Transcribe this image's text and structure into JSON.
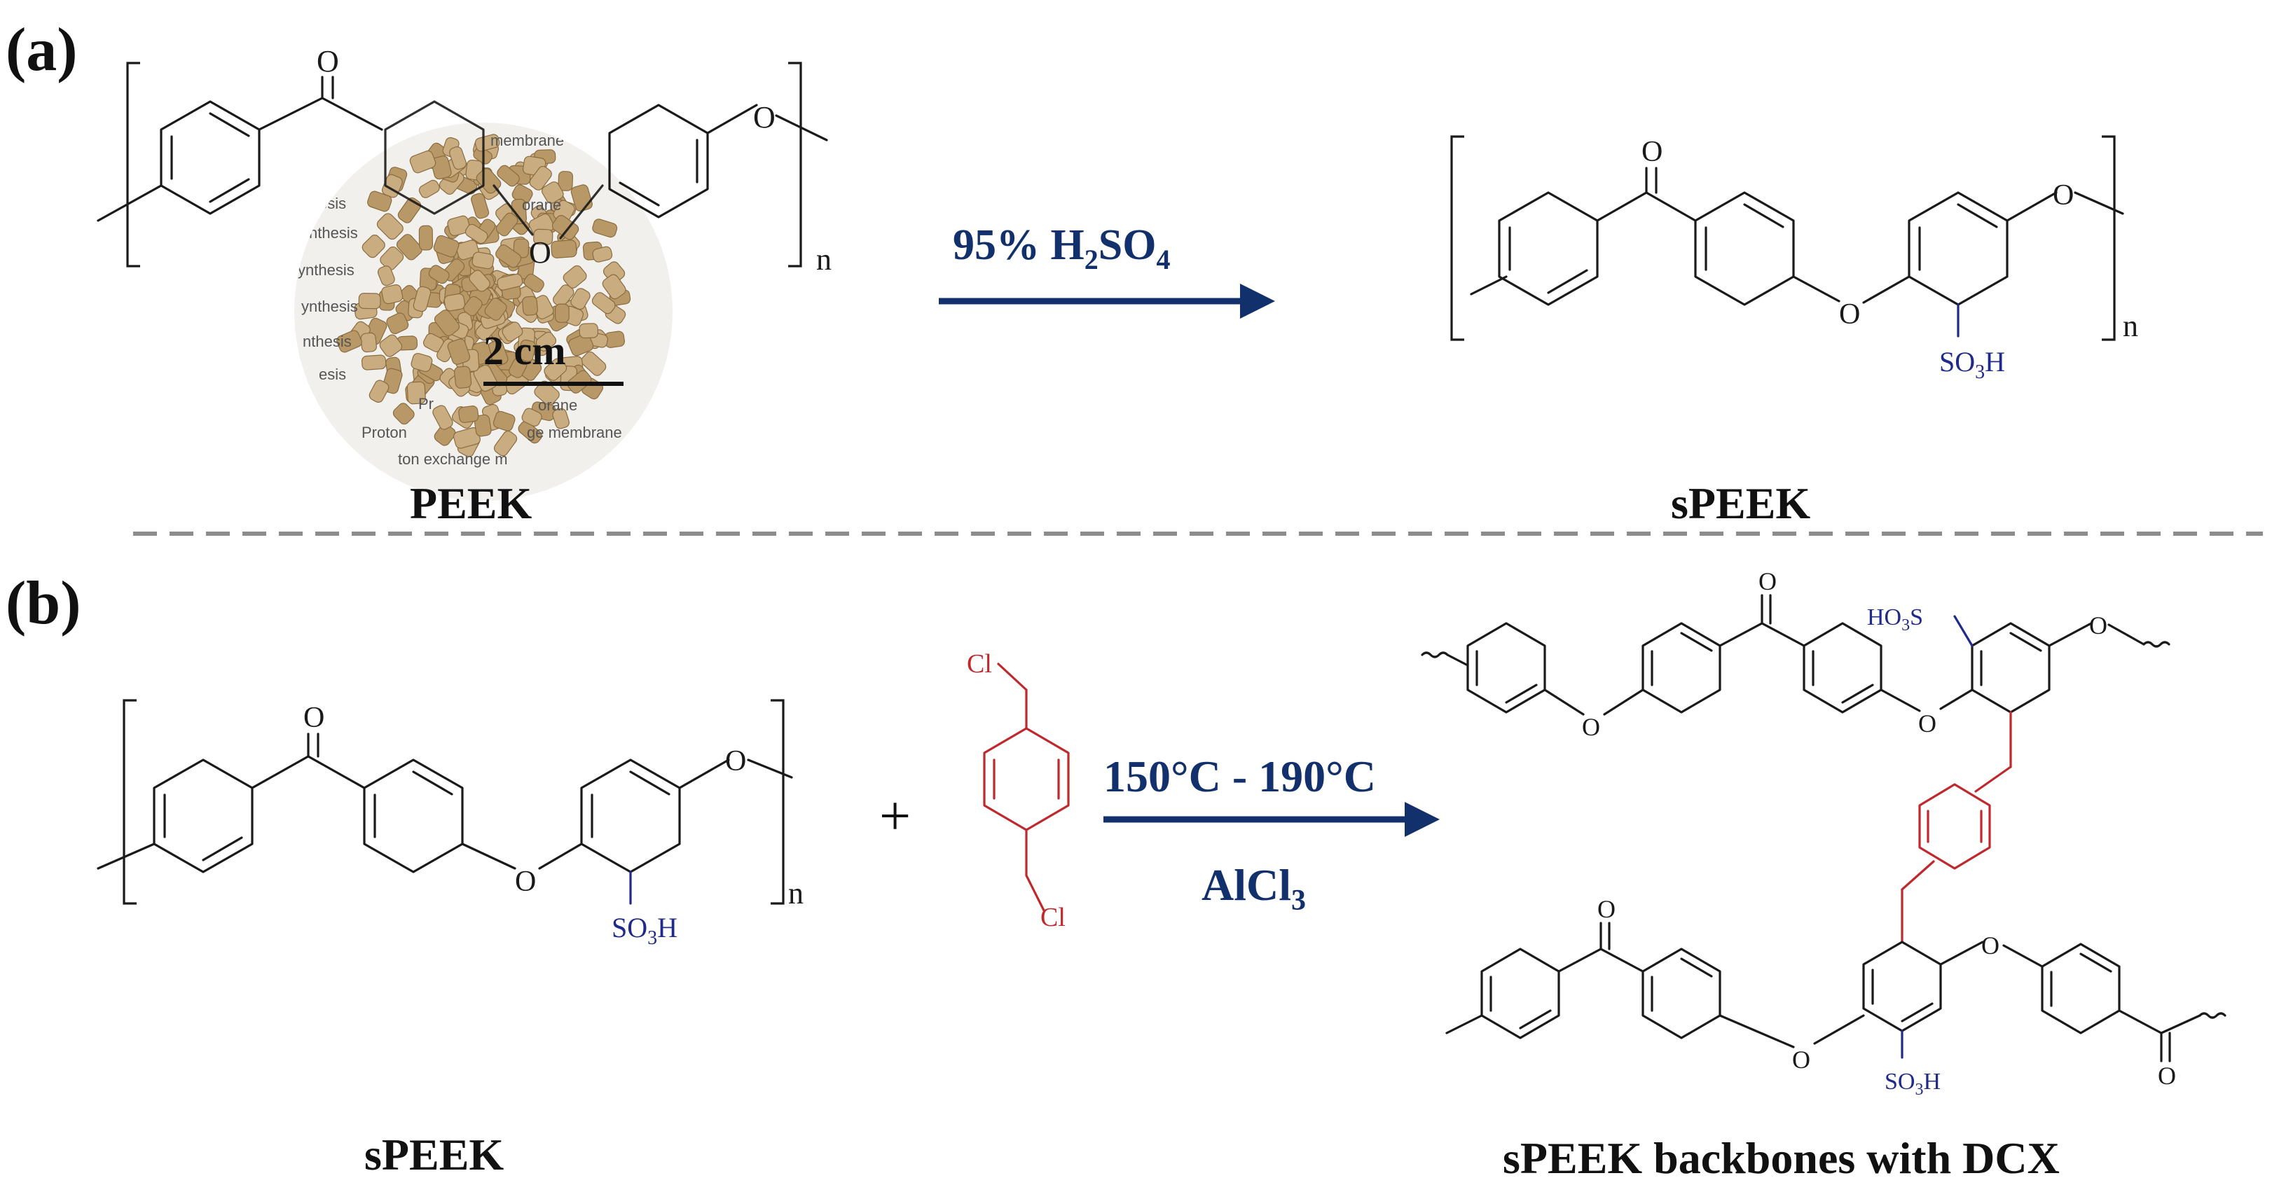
{
  "figure": {
    "panel_a_label": "(a)",
    "panel_b_label": "(b)",
    "colors": {
      "reagent_text": "#12306b",
      "arrow": "#12306b",
      "sulfonate": "#1f2a8a",
      "crosslinker": "#c0282d",
      "divider": "#8c8c8c",
      "pellet": "#c9ad80"
    }
  },
  "panel_a": {
    "reactant_name": "PEEK",
    "product_name": "sPEEK",
    "reagent": {
      "main": "95% H",
      "sub": "2",
      "rest": "SO",
      "sub2": "4"
    },
    "photo": {
      "scale_text": "2 cm",
      "bg_words": [
        "membrane",
        "esis",
        "orane",
        "ynthesis",
        "ynthesis",
        "ynthesis",
        "nthesis",
        "esis",
        "Pr",
        "orane",
        "Proton",
        "ge membrane",
        "ton exchange m"
      ]
    },
    "atoms": {
      "carbonyl_o": "O",
      "ether_o": "O",
      "end_o": "O",
      "repeat_n": "n"
    },
    "product_atoms": {
      "carbonyl_o": "O",
      "ether_o": "O",
      "end_o": "O",
      "repeat_n": "n",
      "sulfonic": "SO",
      "sulfonic_sub": "3",
      "sulfonic_end": "H"
    }
  },
  "panel_b": {
    "reactant_name": "sPEEK",
    "plus": "+",
    "product_name": "sPEEK backbones with DCX",
    "reagent_top": "150°C - 190°C",
    "reagent_bottom": {
      "main": "AlCl",
      "sub": "3"
    },
    "atoms": {
      "carbonyl_o": "O",
      "ether_o": "O",
      "end_o": "O",
      "repeat_n": "n",
      "sulfonic": "SO",
      "sulfonic_sub": "3",
      "sulfonic_end": "H"
    },
    "dcx_atoms": {
      "cl_top": "Cl",
      "cl_bottom": "Cl"
    },
    "crosslinked_atoms": {
      "top_carbonyl_o": "O",
      "top_ether_o1": "O",
      "top_ether_o2": "O",
      "top_end_o": "O",
      "top_sulfonic": "HO",
      "top_sulfonic_sub": "3",
      "top_sulfonic_end": "S",
      "bottom_carbonyl_o1": "O",
      "bottom_ether_o1": "O",
      "bottom_ether_o2": "O",
      "bottom_carbonyl_o2": "O",
      "bottom_sulfonic": "SO",
      "bottom_sulfonic_sub": "3",
      "bottom_sulfonic_end": "H"
    }
  }
}
